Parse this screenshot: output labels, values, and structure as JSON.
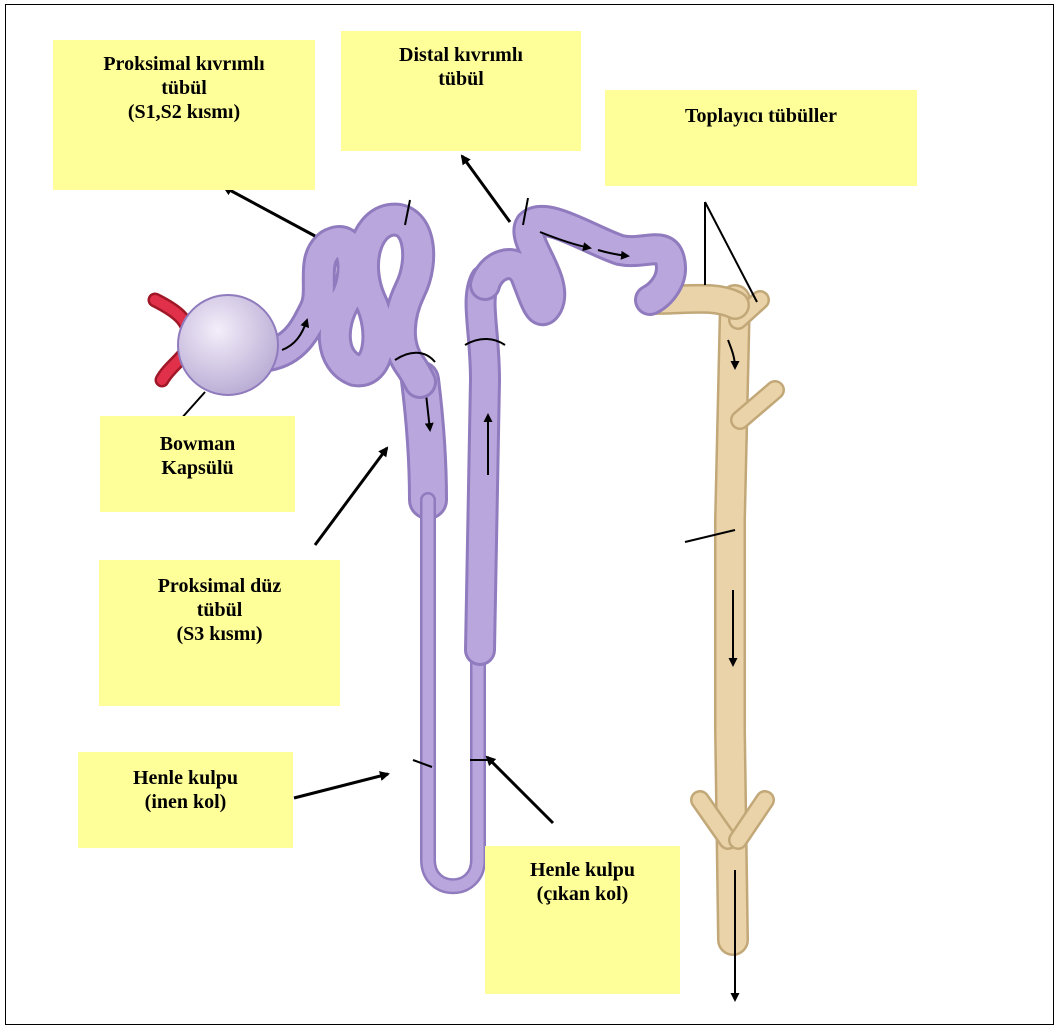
{
  "diagram": {
    "labels": {
      "proksimal_kivrimli": {
        "lines": [
          "Proksimal kıvrımlı",
          "tübül",
          "(S1,S2 kısmı)"
        ]
      },
      "distal_kivrimli": {
        "lines": [
          "Distal kıvrımlı",
          "tübül"
        ]
      },
      "toplayici": {
        "lines": [
          "Toplayıcı tübüller"
        ]
      },
      "bowman": {
        "lines": [
          "Bowman",
          "Kapsülü"
        ]
      },
      "proksimal_duz": {
        "lines": [
          "Proksimal düz",
          "tübül",
          "(S3 kısmı)"
        ]
      },
      "henle_inen": {
        "lines": [
          "Henle kulpu",
          "(inen kol)"
        ]
      },
      "henle_cikan": {
        "lines": [
          "Henle kulpu",
          "(çıkan kol)"
        ]
      }
    },
    "colors": {
      "label_background": "#ffff99",
      "tubule": "#b9a6dd",
      "tubule_dark": "#8f7bbd",
      "collecting_duct": "#ead3a8",
      "collecting_dark": "#c2a878",
      "capsule": "#d9cfe8",
      "arteriole": "#e0304a",
      "arrow": "#000000"
    }
  }
}
